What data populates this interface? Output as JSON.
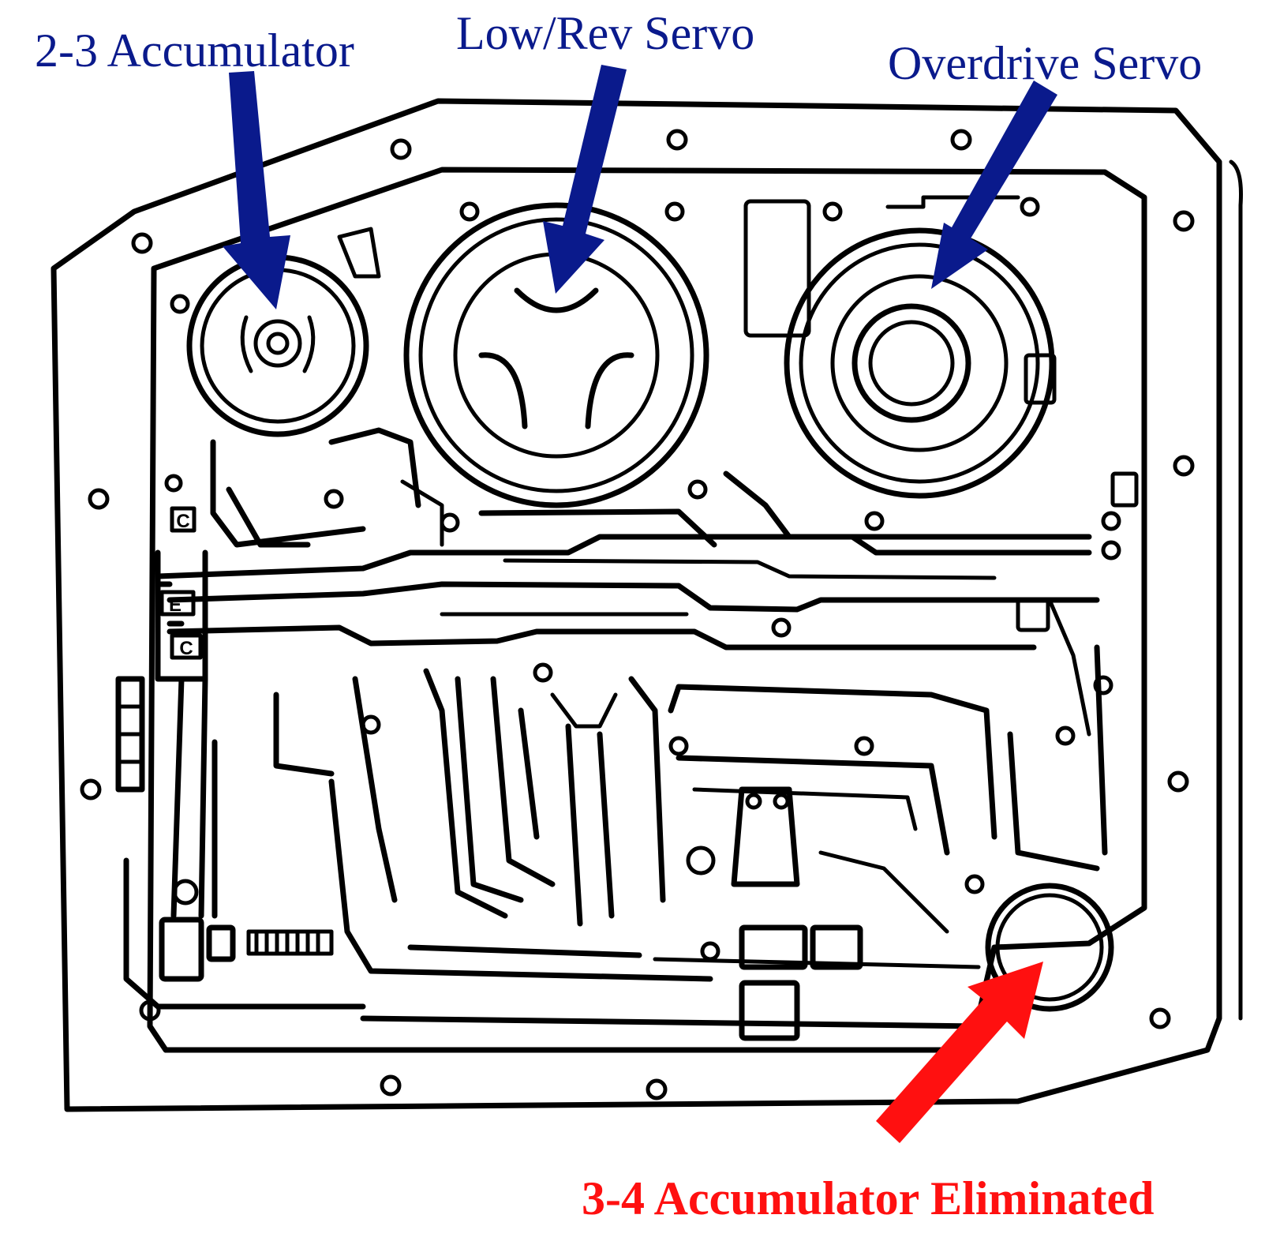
{
  "labels": {
    "accumulator_2_3": "2-3 Accumulator",
    "low_rev_servo": "Low/Rev Servo",
    "overdrive_servo": "Overdrive Servo",
    "accumulator_3_4": "3-4 Accumulator Eliminated"
  },
  "stamped_marks": [
    "C",
    "E",
    "C"
  ],
  "colors": {
    "blue_label": "#0a1a8c",
    "blue_arrow": "#0a1a8c",
    "red_label": "#ff1010",
    "red_arrow": "#ff1010",
    "line_art": "#000000",
    "background": "#ffffff"
  }
}
